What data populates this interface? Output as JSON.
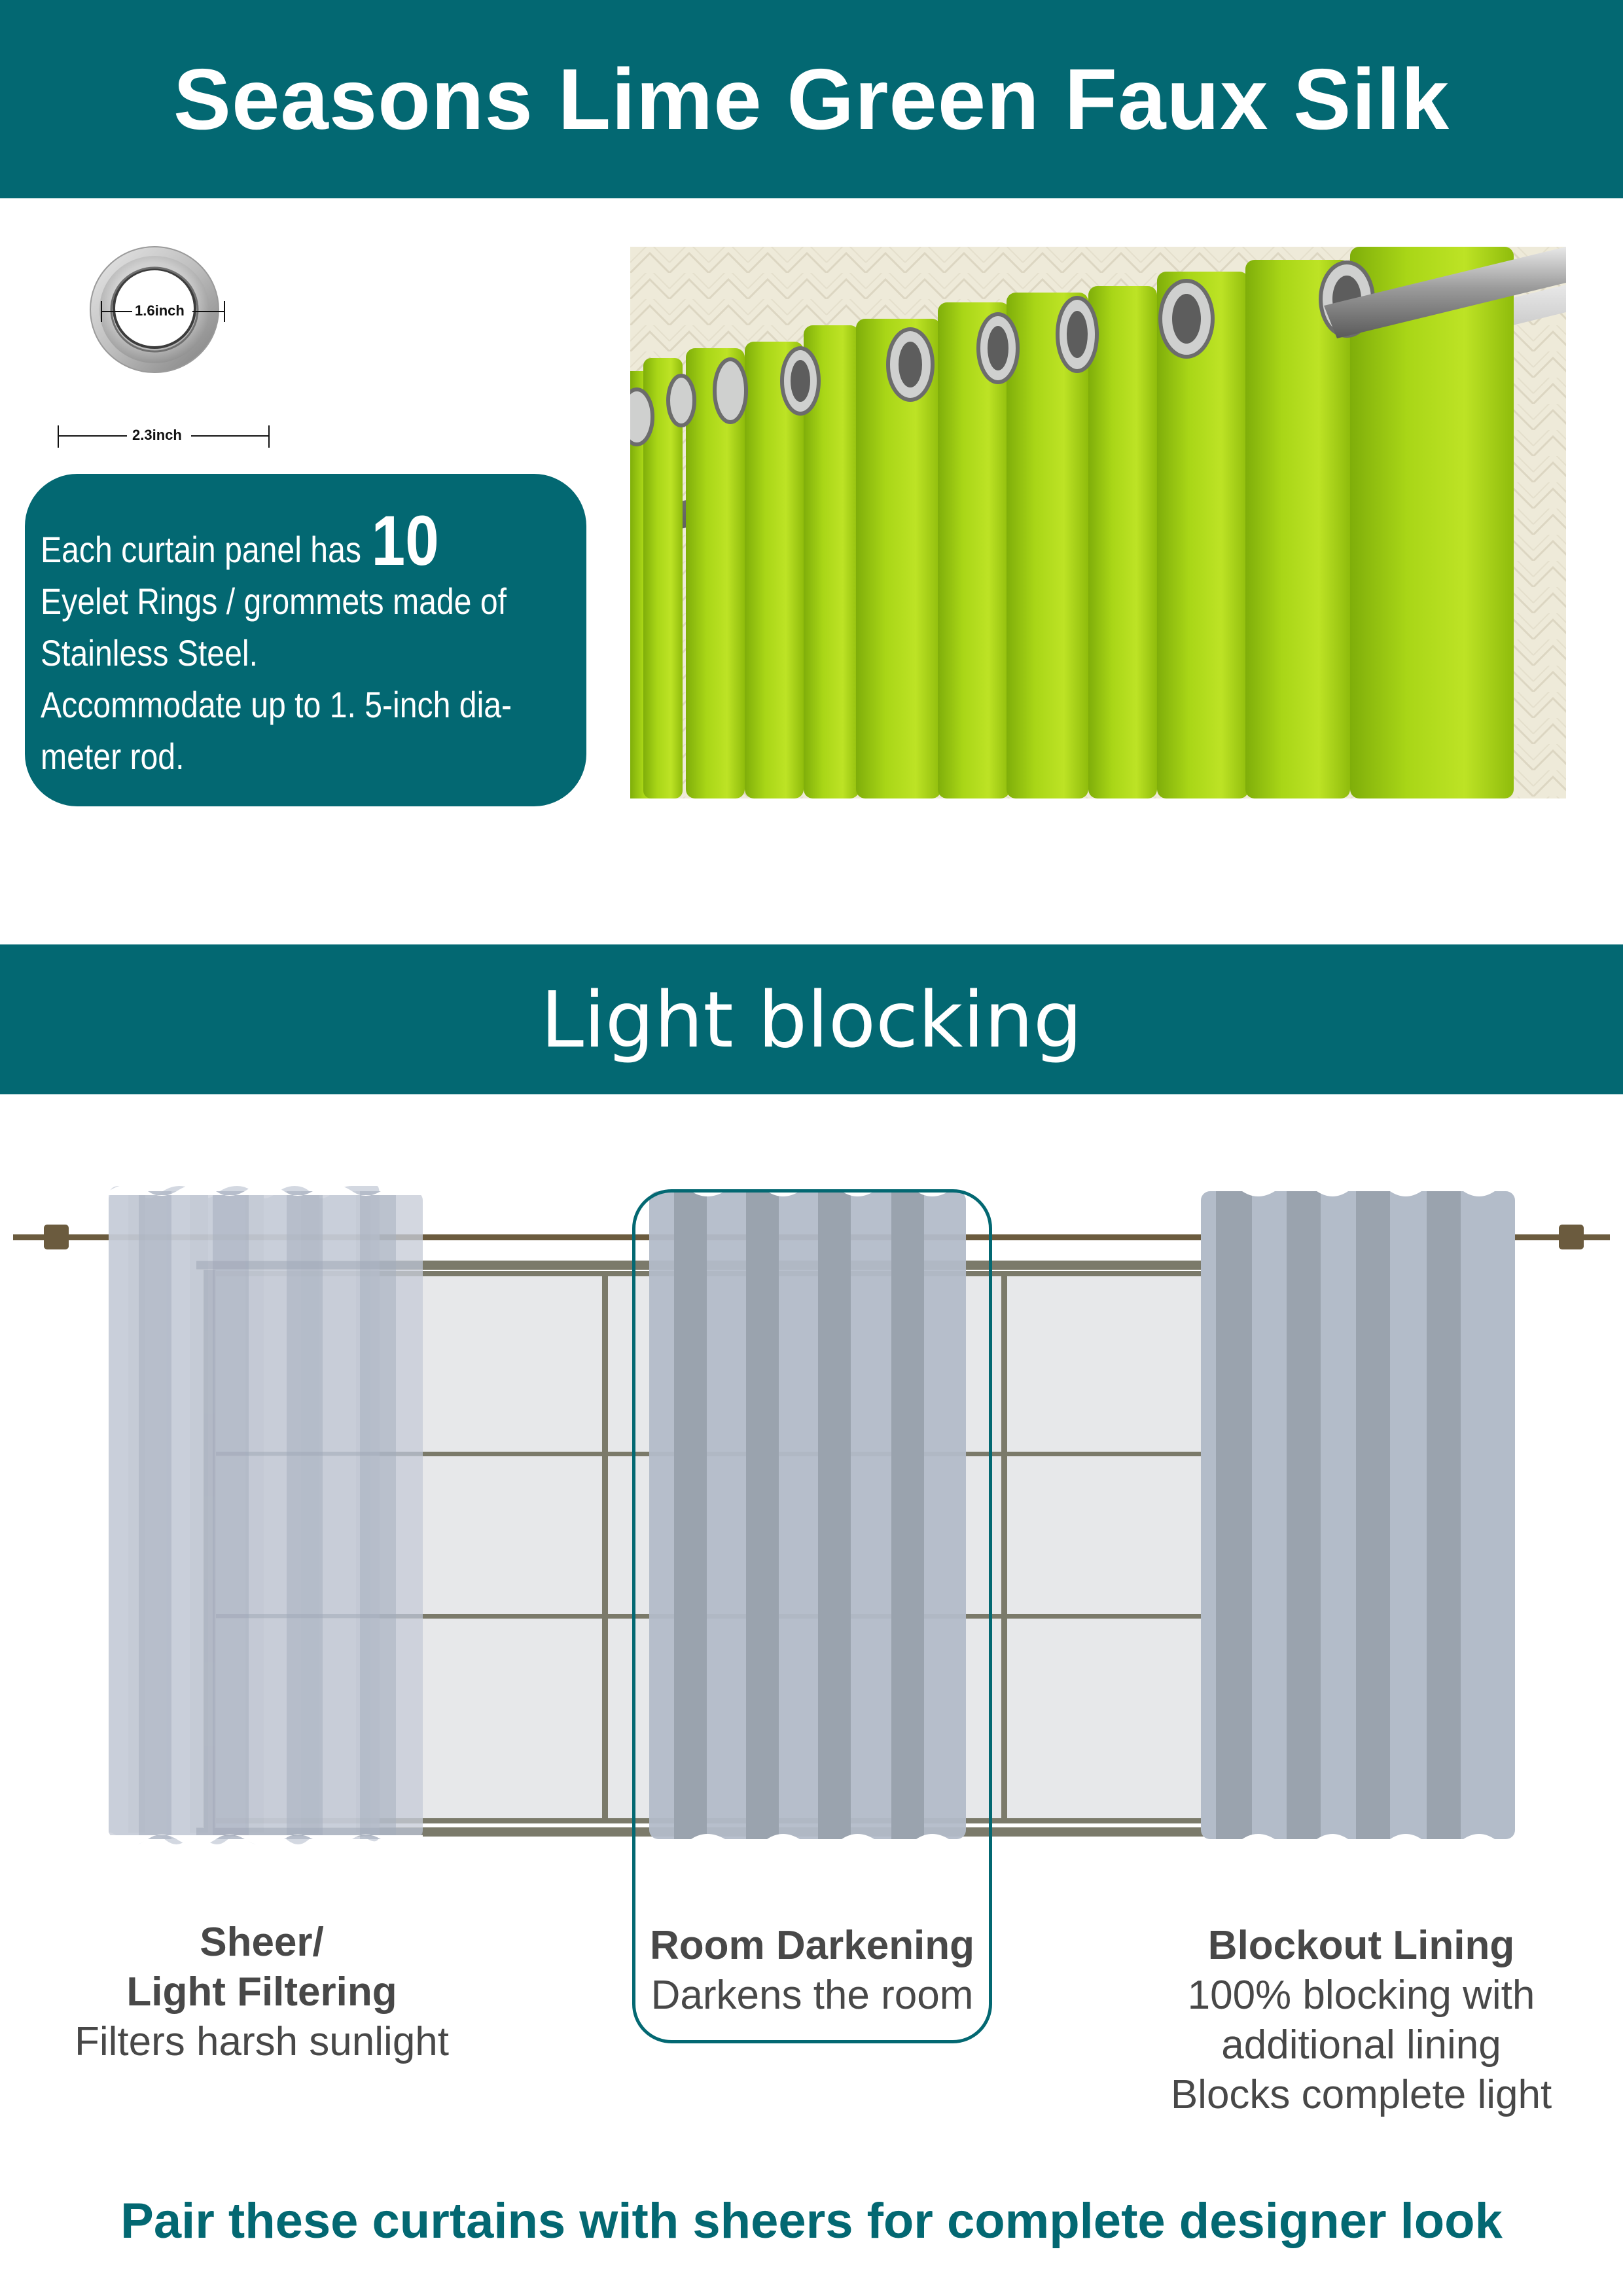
{
  "header": {
    "title": "Seasons Lime Green Faux Silk"
  },
  "grommet": {
    "inner_diameter_label": "1.6inch",
    "outer_diameter_label": "2.3inch",
    "icon": "grommet-ring-icon"
  },
  "info_box": {
    "line1_prefix": "Each curtain panel has",
    "ring_count": "10",
    "line2": "Eyelet Rings / grommets made of",
    "line3": "Stainless Steel.",
    "line4": "Accommodate up to 1. 5-inch dia-",
    "line5": "meter rod."
  },
  "photo": {
    "description": "Lime green faux silk curtain panels on stainless steel rod with grommets",
    "fabric_color": "#9cc912"
  },
  "section": {
    "title": "Light blocking"
  },
  "diagram": {
    "rod_color": "#6b5b3e",
    "frame_color": "#7b7a6a",
    "curtain_light": "#c9cfd9",
    "curtain_dark": "#9aa3ae",
    "highlight_color": "#036872"
  },
  "options": [
    {
      "title_line1": "Sheer/",
      "title_line2": "Light Filtering",
      "desc": [
        "Filters harsh sunlight"
      ]
    },
    {
      "title_line1": "Room Darkening",
      "desc": [
        "Darkens the room"
      ],
      "highlighted": true
    },
    {
      "title_line1": "Blockout Lining",
      "desc": [
        "100% blocking with",
        "additional lining",
        "Blocks complete light"
      ]
    }
  ],
  "footer": {
    "text": "Pair these curtains with sheers for complete designer look"
  },
  "colors": {
    "brand_teal": "#036872",
    "caption_gray": "#484848"
  }
}
